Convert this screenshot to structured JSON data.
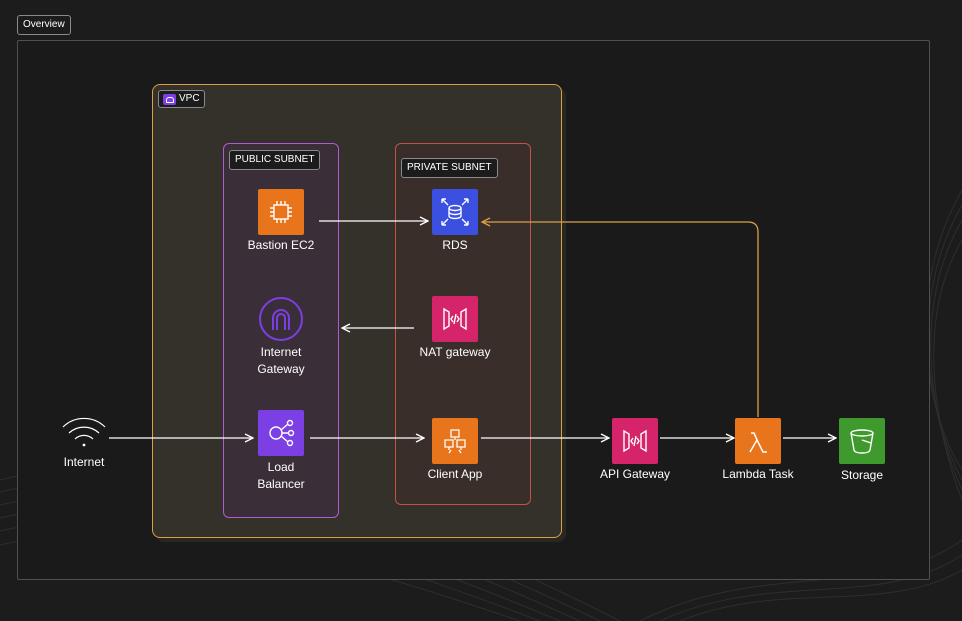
{
  "header": {
    "tab_label": "Overview"
  },
  "groups": {
    "vpc": "VPC",
    "public_subnet": "PUBLIC SUBNET",
    "private_subnet": "PRIVATE SUBNET"
  },
  "nodes": {
    "bastion": {
      "label": "Bastion EC2",
      "icon": "ec2-chip-icon",
      "color": "#e8741c"
    },
    "rds": {
      "label": "RDS",
      "icon": "rds-database-icon",
      "color": "#3b4fe0"
    },
    "igw": {
      "label": "Internet\nGateway",
      "icon": "internet-gateway-icon",
      "color": "#7b3fe4"
    },
    "nat": {
      "label": "NAT gateway",
      "icon": "nat-gateway-icon",
      "color": "#d6246a"
    },
    "internet": {
      "label": "Internet",
      "icon": "wifi-icon"
    },
    "lb": {
      "label": "Load\nBalancer",
      "icon": "load-balancer-icon",
      "color": "#7b3fe4"
    },
    "client": {
      "label": "Client App",
      "icon": "client-app-icon",
      "color": "#e8741c"
    },
    "apigw": {
      "label": "API Gateway",
      "icon": "api-gateway-icon",
      "color": "#d6246a"
    },
    "lambda": {
      "label": "Lambda Task",
      "icon": "lambda-icon",
      "color": "#e8741c"
    },
    "storage": {
      "label": "Storage",
      "icon": "s3-bucket-icon",
      "color": "#3f9a2e"
    }
  },
  "edges": [
    {
      "from": "Bastion EC2",
      "to": "RDS"
    },
    {
      "from": "NAT gateway",
      "to": "Internet Gateway"
    },
    {
      "from": "Internet",
      "to": "Load Balancer"
    },
    {
      "from": "Load Balancer",
      "to": "Client App"
    },
    {
      "from": "Client App",
      "to": "API Gateway"
    },
    {
      "from": "API Gateway",
      "to": "Lambda Task"
    },
    {
      "from": "Lambda Task",
      "to": "Storage"
    },
    {
      "from": "Lambda Task",
      "to": "RDS"
    }
  ],
  "colors": {
    "vpc_border": "#d9a04a",
    "public_border": "#b15ad6",
    "private_border": "#c4524a",
    "edge": "#ffffff",
    "lambda_rds_edge": "#d9a04a"
  }
}
